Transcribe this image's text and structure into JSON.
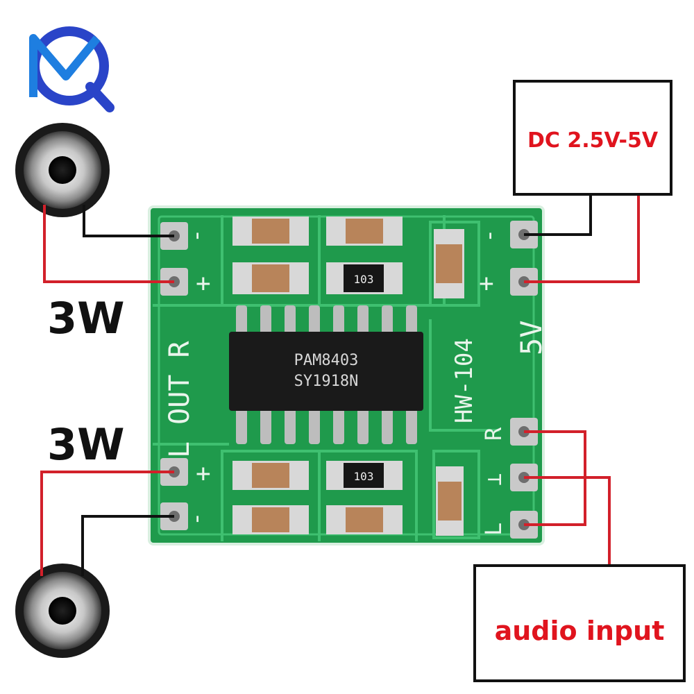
{
  "logo": {
    "letters": "MQ"
  },
  "power_box": {
    "label": "DC 2.5V-5V"
  },
  "audio_box": {
    "label": "audio input"
  },
  "speaker_labels": {
    "right": "3W",
    "left": "3W"
  },
  "chip": {
    "line1": "PAM8403",
    "line2": "SY1918N"
  },
  "resistors": {
    "top": "103",
    "bottom": "103"
  },
  "silkscreen": {
    "out_label": "L OUT R",
    "model": "HW-104",
    "voltage": "5V",
    "input_r": "R",
    "input_gnd": "⊥",
    "input_l": "L",
    "plus": "+",
    "minus": "-"
  },
  "colors": {
    "pcb_green": "#1f9a4c",
    "trace_green": "#3fc070",
    "wire_red": "#d2202a",
    "wire_black": "#111111",
    "label_red": "#e0141e",
    "logo_blue": "#2a44c8"
  }
}
